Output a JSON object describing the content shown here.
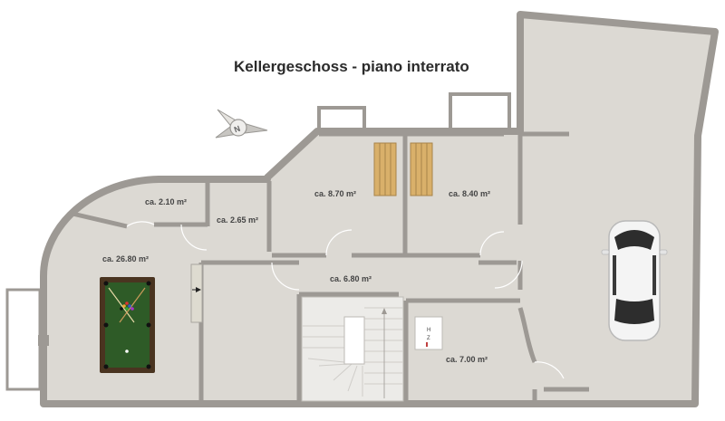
{
  "title": "Kellergeschoss - piano interrato",
  "compass": {
    "letter": "N",
    "icon": "compass-icon"
  },
  "rooms": [
    {
      "id": "billiard-room",
      "area": "ca. 26.80 m²"
    },
    {
      "id": "small-room-left",
      "area": "ca. 2.10 m²"
    },
    {
      "id": "small-room-right",
      "area": "ca. 2.65 m²"
    },
    {
      "id": "storage-left",
      "area": "ca. 8.70 m²"
    },
    {
      "id": "storage-right",
      "area": "ca. 8.40 m²"
    },
    {
      "id": "hallway",
      "area": "ca. 6.80 m²"
    },
    {
      "id": "heating-room",
      "area": "ca. 7.00 m²"
    }
  ],
  "heater": {
    "line1": "H",
    "line2": "Z"
  },
  "colors": {
    "floor": "#dcd9d3",
    "wall": "#9d9994",
    "stairs": "#ecebe8",
    "table_felt": "#2e5b27",
    "table_frame": "#4a3420",
    "shelf": "#d9b06a"
  }
}
